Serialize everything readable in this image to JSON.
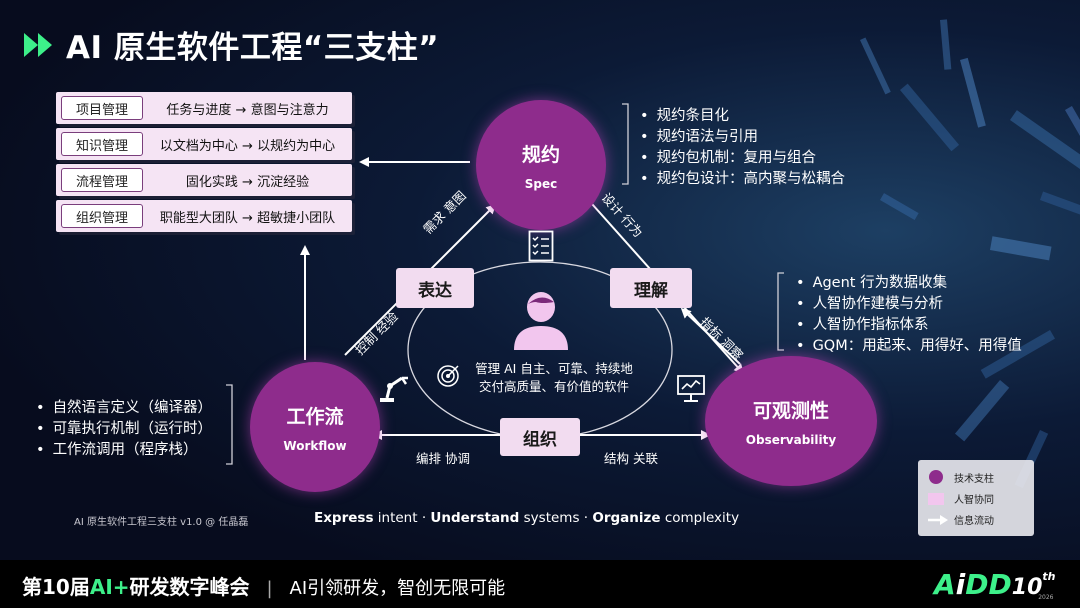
{
  "title": "AI 原生软件工程“三支柱”",
  "management": [
    {
      "tag": "项目管理",
      "text": "任务与进度 → 意图与注意力"
    },
    {
      "tag": "知识管理",
      "text": "以文档为中心 → 以规约为中心"
    },
    {
      "tag": "流程管理",
      "text": "固化实践 → 沉淀经验"
    },
    {
      "tag": "组织管理",
      "text": "职能型大团队 → 超敏捷小团队"
    }
  ],
  "pillars": {
    "spec": {
      "zh": "规约",
      "en": "Spec"
    },
    "workflow": {
      "zh": "工作流",
      "en": "Workflow"
    },
    "observability": {
      "zh": "可观测性",
      "en": "Observability"
    }
  },
  "actions": {
    "express": "表达",
    "understand": "理解",
    "organize": "组织"
  },
  "edge_labels": {
    "need_intent": "需求 意图",
    "design_behavior": "设计 行为",
    "control_experience": "控制 经验",
    "metric_insight": "指标 洞察",
    "orchestrate_coordinate": "编排 协调",
    "structure_relation": "结构 关联"
  },
  "spec_bullets": [
    "规约条目化",
    "规约语法与引用",
    "规约包机制：复用与组合",
    "规约包设计：高内聚与松耦合"
  ],
  "observability_bullets": [
    "Agent 行为数据收集",
    "人智协作建模与分析",
    "人智协作指标体系",
    "GQM：用起来、用得好、用得值"
  ],
  "workflow_bullets": [
    "自然语言定义（编译器）",
    "可靠执行机制（运行时）",
    "工作流调用（程序栈）"
  ],
  "center": {
    "line1": "管理 AI 自主、可靠、持续地",
    "line2": "交付高质量、有价值的软件"
  },
  "legend": {
    "pillar": "技术支柱",
    "collab": "人智协同",
    "flow": "信息流动"
  },
  "credit": "AI 原生软件工程三支柱 v1.0 @ 任晶磊",
  "tagline": {
    "w1": "Express",
    "r1": " intent · ",
    "w2": "Understand",
    "r2": " systems · ",
    "w3": "Organize",
    "r3": " complexity"
  },
  "footer": {
    "prefix": "第10届",
    "ai": "AI+",
    "rest": "研发数字峰会",
    "slogan": "AI引领研发，智创无限可能"
  },
  "logo": {
    "a": "A",
    "i": "i",
    "dd": "DD",
    "num": "10",
    "sup": "th",
    "year": "2026"
  },
  "colors": {
    "pillar": "#8e2c8c",
    "collab": "#f2dcf0",
    "accent": "#3df08a"
  }
}
